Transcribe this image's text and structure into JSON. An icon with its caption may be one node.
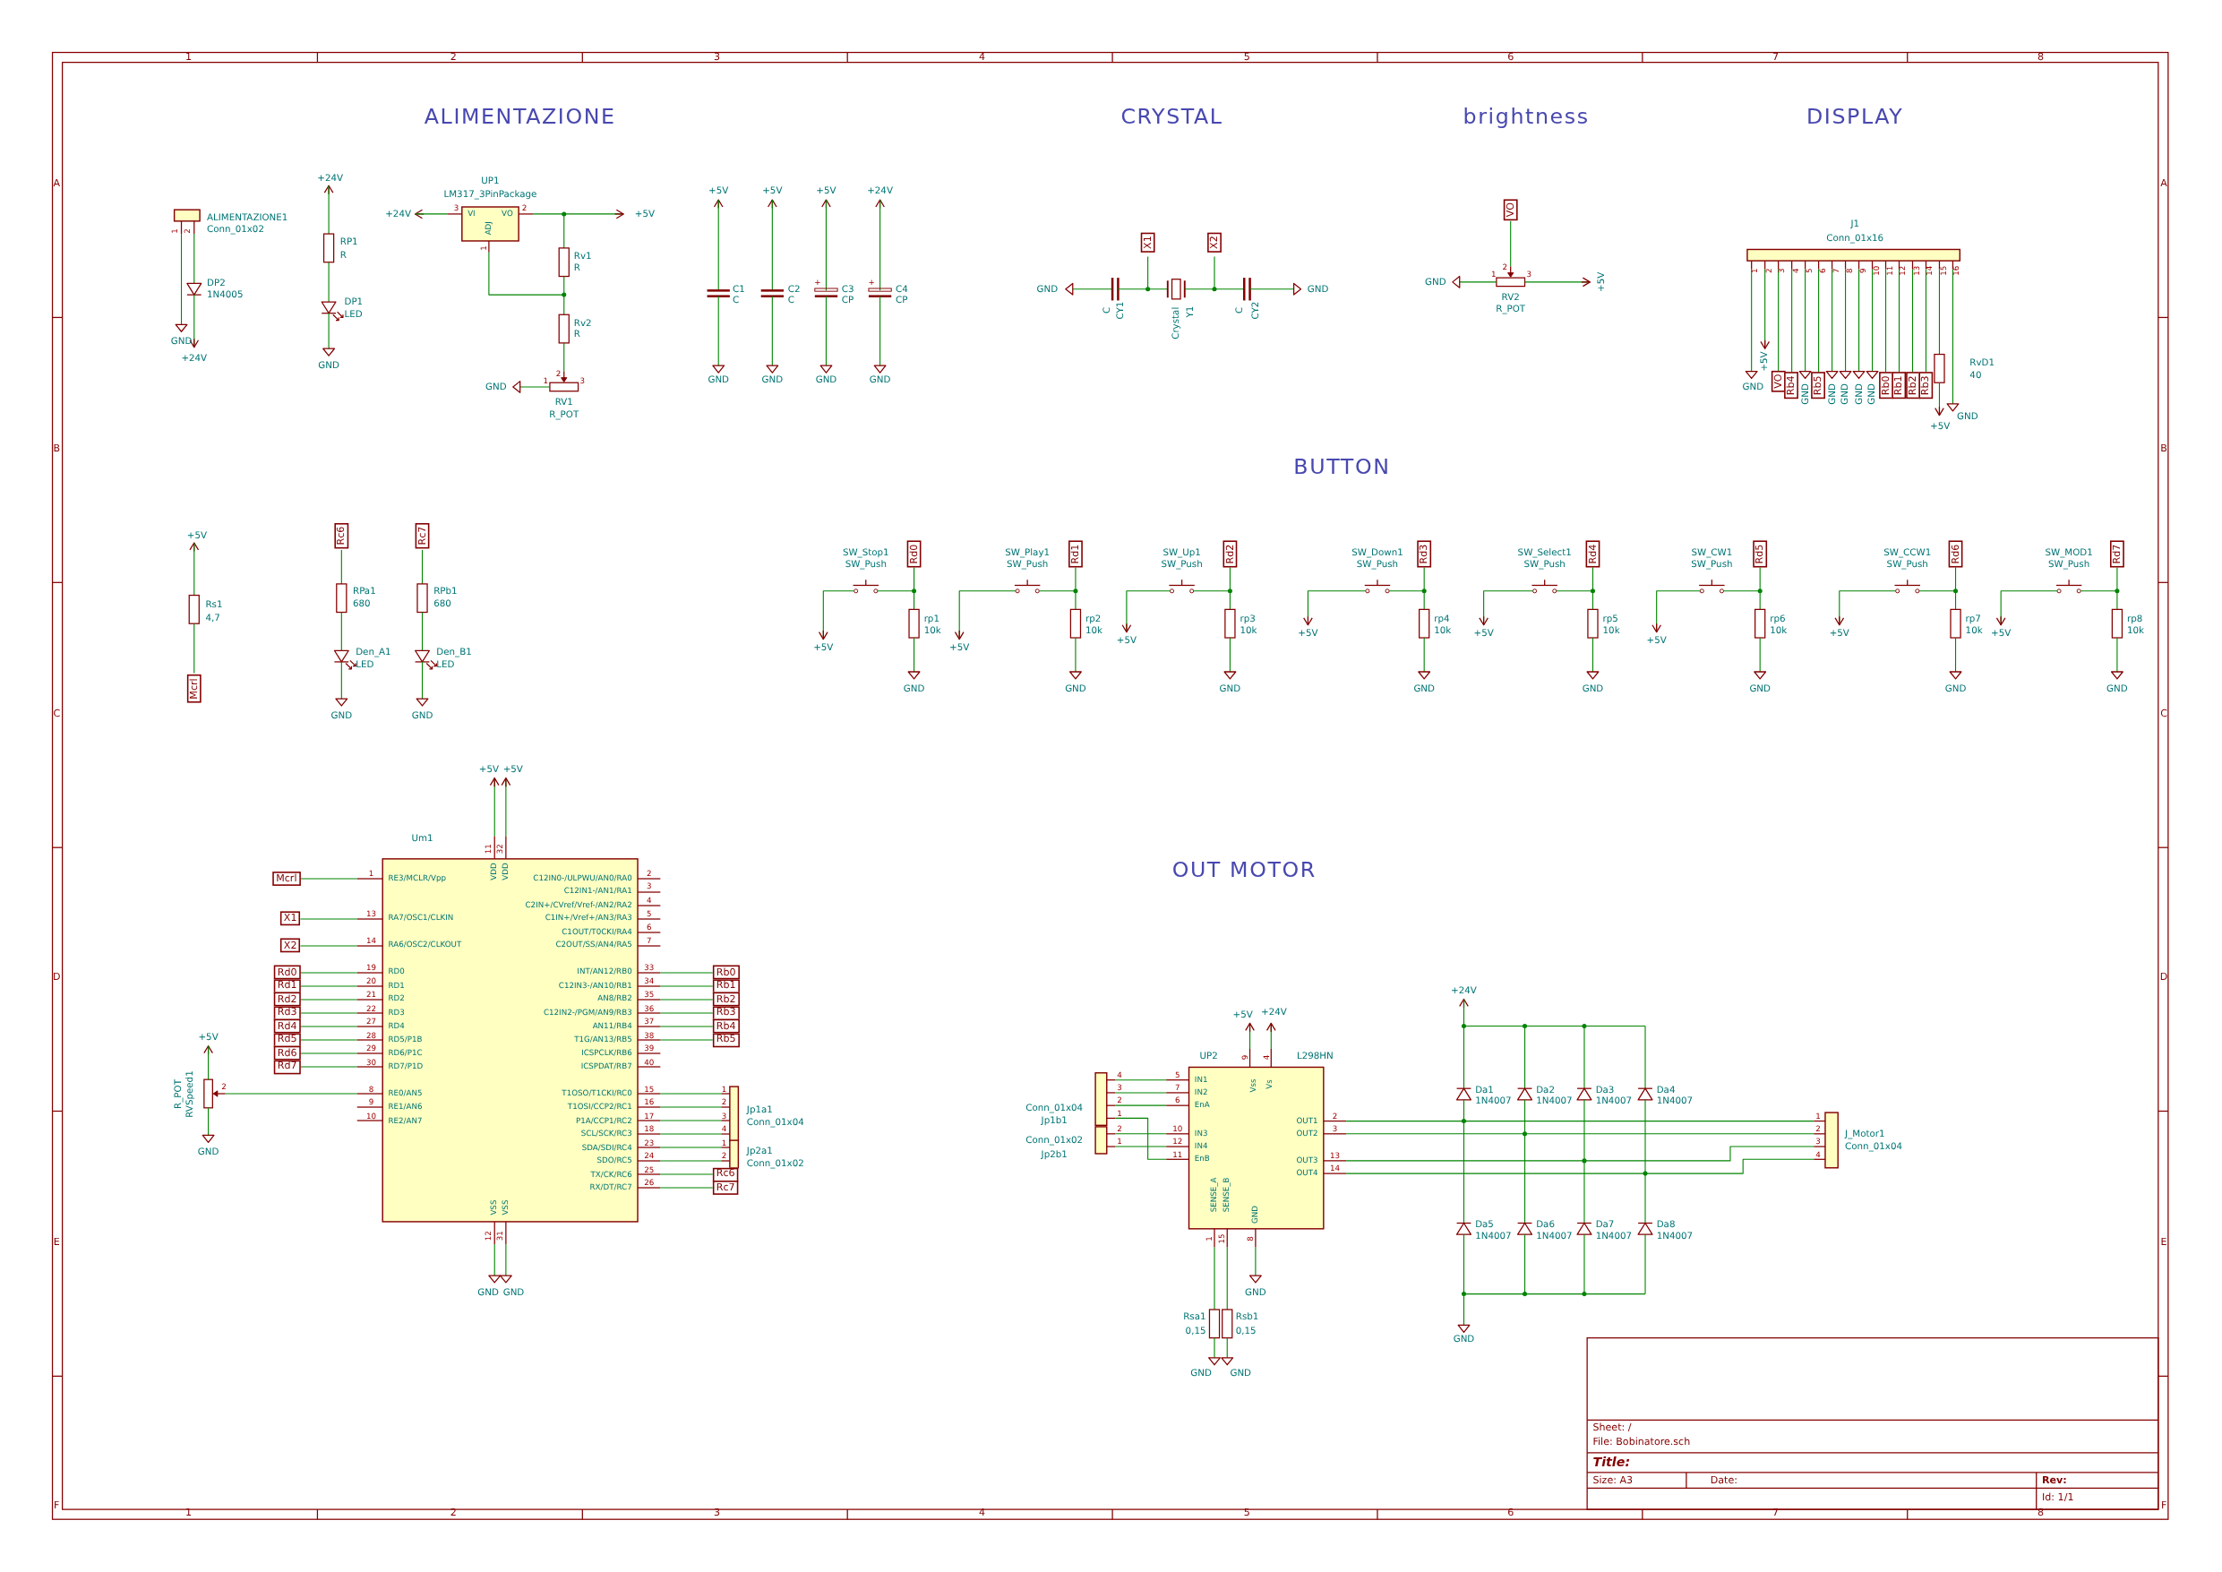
{
  "diagram": {
    "labels": [
      "1",
      "2",
      "3",
      "4",
      "5",
      "6",
      "7",
      "8",
      "1",
      "2",
      "3",
      "4",
      "5",
      "6",
      "7",
      "8",
      "A",
      "B",
      "C",
      "D",
      "E",
      "F",
      "A",
      "B",
      "C",
      "D",
      "E",
      "F",
      "ALIMENTAZIONE",
      "CRYSTAL",
      "brightness",
      "DISPLAY",
      "+24V",
      "UP1",
      "LM317_3PinPackage",
      "+5V",
      "+5V",
      "+5V",
      "+24V",
      "ALIMENTAZIONE1",
      "Conn_01x02",
      "1",
      "2",
      "+24V",
      "3",
      "VI",
      "VO",
      "2",
      "+5V",
      "ADJ",
      "1",
      "RP1",
      "R",
      "Rv1",
      "R",
      "DP2",
      "1N4005",
      "DP1",
      "LED",
      "Rv2",
      "R",
      "C1",
      "C",
      "C2",
      "C",
      "+",
      "C3",
      "CP",
      "+",
      "C4",
      "CP",
      "GND",
      "+24V",
      "GND",
      "2",
      "1",
      "3",
      "GND",
      "GND",
      "GND",
      "GND",
      "GND",
      "RV1",
      "R_POT",
      "X1",
      "X2",
      "GND",
      "GND",
      "C",
      "CY1",
      "Crystal",
      "Y1",
      "C",
      "CY2",
      "VO",
      "2",
      "1",
      "3",
      "GND",
      "+5V",
      "RV2",
      "R_POT",
      "J1",
      "Conn_01x16",
      "1",
      "2",
      "3",
      "4",
      "5",
      "6",
      "7",
      "8",
      "9",
      "10",
      "11",
      "12",
      "13",
      "14",
      "15",
      "16",
      "GND",
      "+5V",
      "VO",
      "Rb4",
      "GND",
      "Rb5",
      "GND",
      "GND",
      "GND",
      "GND",
      "Rb0",
      "Rb1",
      "Rb2",
      "Rb3",
      "RvD1",
      "40",
      "GND",
      "+5V",
      "+5V",
      "Rc6",
      "Rc7",
      "Rs1",
      "4,7",
      "RPa1",
      "680",
      "RPb1",
      "680",
      "Den_A1",
      "LED",
      "Den_B1",
      "LED",
      "Mcrl",
      "GND",
      "GND",
      "BUTTON",
      "SW_Stop1",
      "SW_Push",
      "Rd0",
      "+5V",
      "rp1",
      "10k",
      "GND",
      "SW_Play1",
      "SW_Push",
      "Rd1",
      "+5V",
      "rp2",
      "10k",
      "GND",
      "SW_Up1",
      "SW_Push",
      "Rd2",
      "+5V",
      "rp3",
      "10k",
      "GND",
      "SW_Down1",
      "SW_Push",
      "Rd3",
      "+5V",
      "rp4",
      "10k",
      "GND",
      "SW_Select1",
      "SW_Push",
      "Rd4",
      "+5V",
      "rp5",
      "10k",
      "GND",
      "SW_CW1",
      "SW_Push",
      "Rd5",
      "+5V",
      "rp6",
      "10k",
      "GND",
      "SW_CCW1",
      "SW_Push",
      "Rd6",
      "+5V",
      "rp7",
      "10k",
      "GND",
      "SW_MOD1",
      "SW_Push",
      "Rd7",
      "+5V",
      "rp8",
      "10k",
      "GND",
      "OUT MOTOR",
      "+5V",
      "+5V",
      "Um1",
      "11",
      "32",
      "VDD",
      "VDD",
      "Mcrl",
      "1",
      "RE3/MCLR/Vpp",
      "X1",
      "13",
      "RA7/OSC1/CLKIN",
      "X2",
      "14",
      "RA6/OSC2/CLKOUT",
      "Rd0",
      "19",
      "RD0",
      "Rd1",
      "20",
      "RD1",
      "Rd2",
      "21",
      "RD2",
      "Rd3",
      "22",
      "RD3",
      "Rd4",
      "27",
      "RD4",
      "Rd5",
      "28",
      "RD5/P1B",
      "Rd6",
      "29",
      "RD6/P1C",
      "Rd7",
      "30",
      "RD7/P1D",
      "8",
      "RE0/AN5",
      "9",
      "RE1/AN6",
      "10",
      "RE2/AN7",
      "C12IN0-/ULPWU/AN0/RA0",
      "2",
      "C12IN1-/AN1/RA1",
      "3",
      "C2IN+/CVref/Vref-/AN2/RA2",
      "4",
      "C1IN+/Vref+/AN3/RA3",
      "5",
      "C1OUT/T0CKI/RA4",
      "6",
      "C2OUT/SS/AN4/RA5",
      "7",
      "INT/AN12/RB0",
      "33",
      "Rb0",
      "C12IN3-/AN10/RB1",
      "34",
      "Rb1",
      "AN8/RB2",
      "35",
      "Rb2",
      "C12IN2-/PGM/AN9/RB3",
      "36",
      "Rb3",
      "AN11/RB4",
      "37",
      "Rb4",
      "T1G/AN13/RB5",
      "38",
      "Rb5",
      "ICSPCLK/RB6",
      "39",
      "ICSPDAT/RB7",
      "40",
      "T1OSO/T1CKI/RC0",
      "15",
      "1",
      "T1OSI/CCP2/RC1",
      "16",
      "2",
      "P1A/CCP1/RC2",
      "17",
      "3",
      "SCL/SCK/RC3",
      "18",
      "4",
      "SDA/SDI/RC4",
      "23",
      "1",
      "SDO/RC5",
      "24",
      "2",
      "TX/CK/RC6",
      "25",
      "Rc6",
      "RX/DT/RC7",
      "26",
      "Rc7",
      "Jp1a1",
      "Conn_01x04",
      "Jp2a1",
      "Conn_01x02",
      "VSS",
      "VSS",
      "12",
      "31",
      "GND",
      "GND",
      "+5V",
      "R_POT",
      "RVSpeed1",
      "2",
      "GND",
      "+5V",
      "+24V",
      "UP2",
      "L298HN",
      "9",
      "4",
      "Vss",
      "Vs",
      "4",
      "3",
      "2",
      "1",
      "Conn_01x04",
      "Jp1b1",
      "2",
      "1",
      "Conn_01x02",
      "Jp2b1",
      "5",
      "IN1",
      "7",
      "IN2",
      "6",
      "EnA",
      "10",
      "IN3",
      "12",
      "IN4",
      "11",
      "EnB",
      "OUT1",
      "2",
      "OUT2",
      "3",
      "OUT3",
      "13",
      "OUT4",
      "14",
      "SENSE_A",
      "SENSE_B",
      "GND",
      "1",
      "15",
      "8",
      "GND",
      "Rsa1",
      "0,15",
      "Rsb1",
      "0,15",
      "GND",
      "GND",
      "+24V",
      "Da1",
      "1N4007",
      "Da2",
      "1N4007",
      "Da3",
      "1N4007",
      "Da4",
      "1N4007",
      "1",
      "2",
      "3",
      "4",
      "J_Motor1",
      "Conn_01x04",
      "Da5",
      "1N4007",
      "Da6",
      "1N4007",
      "Da7",
      "1N4007",
      "Da8",
      "1N4007",
      "GND",
      "Sheet: /",
      "File: Bobinatore.sch",
      "Title:",
      "Size: A3",
      "Date:",
      "Rev:",
      "Id: 1/1"
    ]
  }
}
